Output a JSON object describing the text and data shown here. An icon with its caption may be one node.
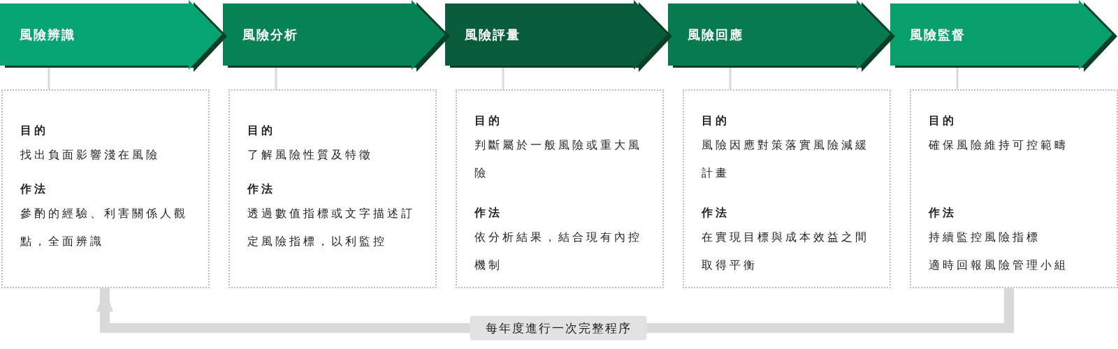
{
  "diagram": {
    "nodes": [
      {
        "text": [
          "風險辨識"
        ]
      },
      {
        "text": [
          "風險分析"
        ]
      },
      {
        "text": [
          "風險評量"
        ]
      },
      {
        "text": [
          "風險回應"
        ]
      },
      {
        "text": [
          "風險監督"
        ]
      },
      {
        "text": [
          "目的",
          "找出負面影響淺在風險",
          "作法",
          "參酌的經驗、利害關係人觀點，全面辨識"
        ]
      },
      {
        "text": [
          "目的",
          "了解風險性質及特徵",
          "作法",
          "透過數值指標或文字描述訂定風險指標，以利監控"
        ]
      },
      {
        "text": [
          "目的",
          "判斷屬於一般風險或重大風險",
          "作法",
          "依分析結果，結合現有內控機制"
        ]
      },
      {
        "text": [
          "目的",
          "風險因應對策落實風險減緩計畫",
          "作法",
          "在實現目標與成本效益之間取得平衡"
        ]
      },
      {
        "text": [
          "目的",
          "確保風險維持可控範疇",
          "作法",
          "持續監控風險指標",
          "適時回報風險管理小組"
        ]
      }
    ],
    "edges": [
      {
        "from": 0,
        "to": 5,
        "arrow": "none"
      },
      {
        "from": 1,
        "to": 6,
        "arrow": "none"
      },
      {
        "from": 2,
        "to": 7,
        "arrow": "none"
      },
      {
        "from": 3,
        "to": 8,
        "arrow": "none"
      },
      {
        "from": 4,
        "to": 9,
        "arrow": "none"
      },
      {
        "from": 9,
        "to": 5,
        "arrow": "to",
        "label": "每年度進行一次完整程序",
        "style": "thick"
      }
    ]
  }
}
